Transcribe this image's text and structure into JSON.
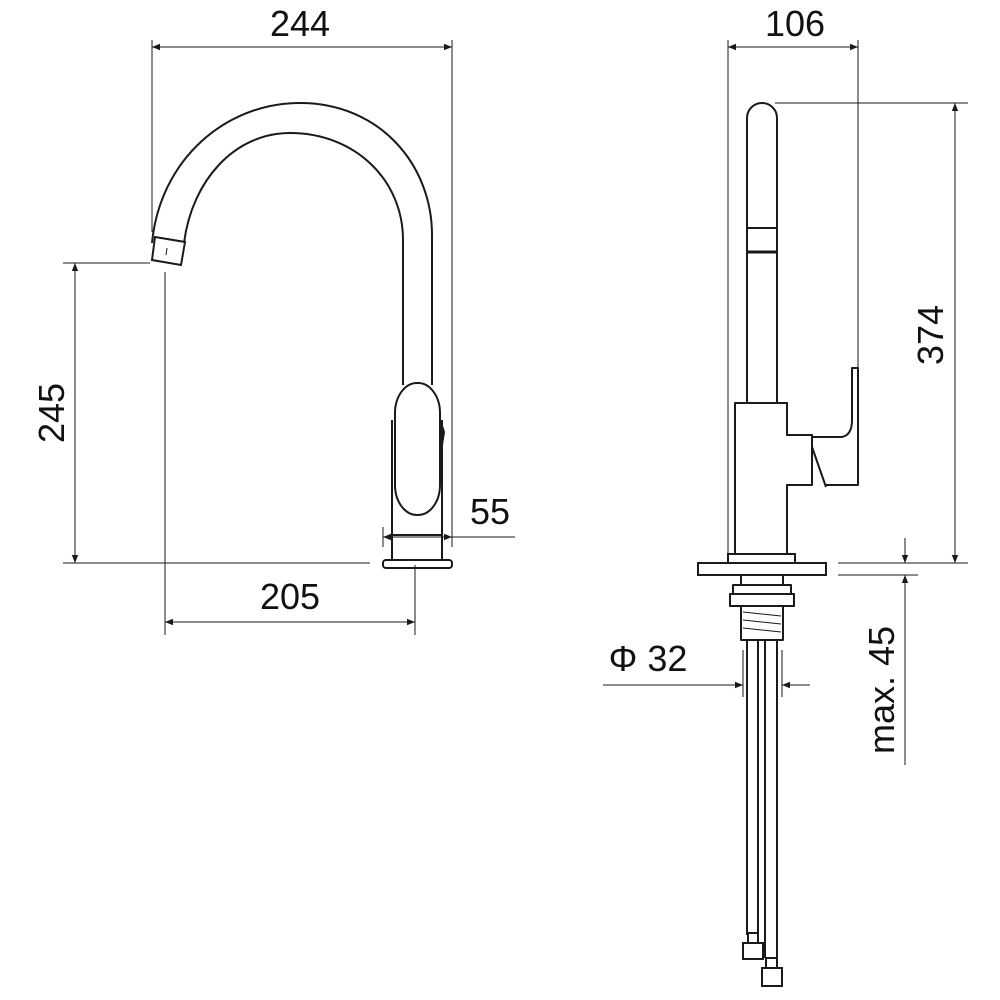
{
  "drawing": {
    "front_view": {
      "width_overall": "244",
      "spout_height": "245",
      "spout_reach": "205",
      "body_width": "55"
    },
    "side_view": {
      "depth_overall": "106",
      "height_overall": "374",
      "mounting_hole_diameter": "Φ 32",
      "max_deck_thickness": "max. 45"
    },
    "line_color": "#1a1a1a"
  }
}
